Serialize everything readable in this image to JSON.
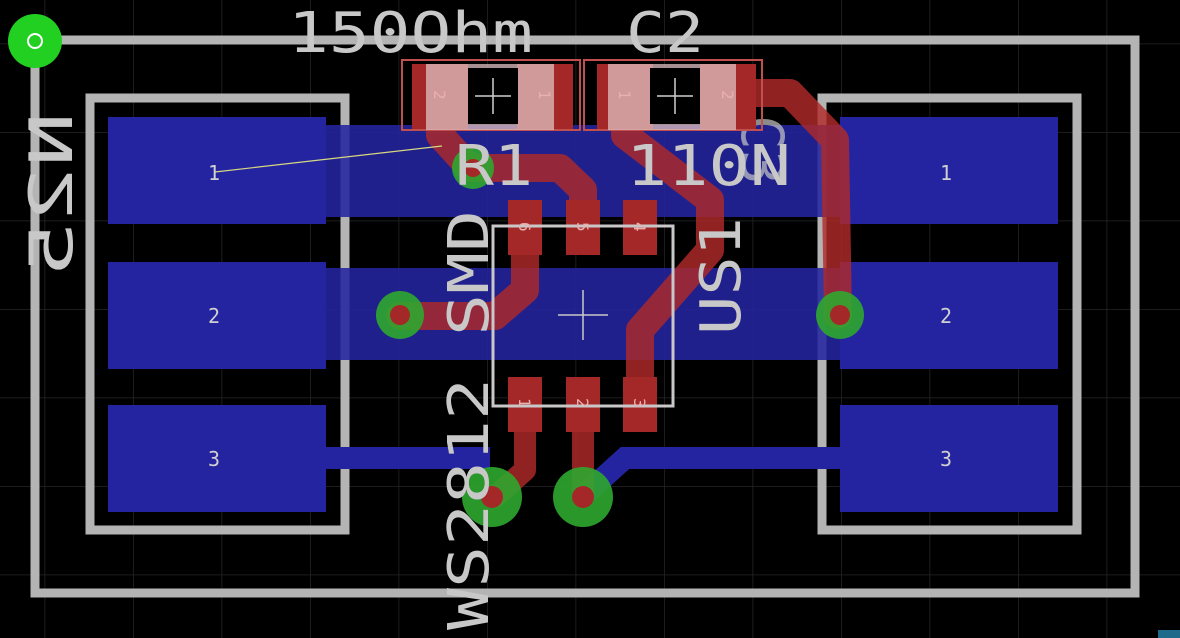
{
  "labels": {
    "r1_value": "150Ohm",
    "c2_name": "C2",
    "r1_name": "R1",
    "c2_value": "110N",
    "left_label": "N25",
    "ws_label": "WS2812 SMD",
    "u1_label": "US1",
    "c3_label": "C3"
  },
  "left_pads": [
    "1",
    "2",
    "3"
  ],
  "right_pads": [
    "1",
    "2",
    "3"
  ],
  "ic_pads": [
    "6",
    "5",
    "4",
    "1",
    "2",
    "3"
  ],
  "r1_pads": [
    "2",
    "1"
  ],
  "c2_pads": [
    "1",
    "2"
  ],
  "colors": {
    "background": "#000000",
    "grid": "#2a2a2a",
    "bottom_copper": "#2424a0",
    "top_copper": "#a52828",
    "via": "#2fa72f",
    "silkscreen": "#c8c8c8",
    "outline": "#b4b4b4"
  }
}
